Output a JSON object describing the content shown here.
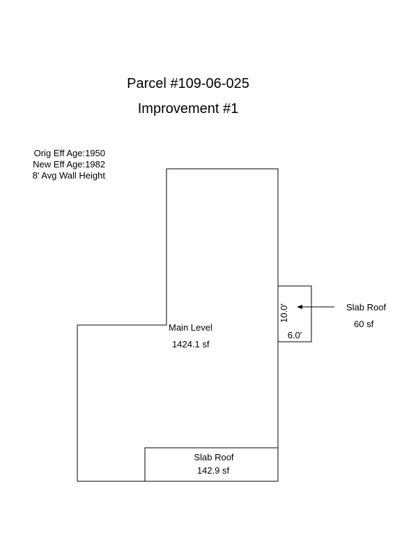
{
  "header": {
    "parcel": "Parcel #109-06-025",
    "improvement": "Improvement #1"
  },
  "info": {
    "orig_eff_age": "Orig Eff Age:1950",
    "new_eff_age": "New Eff Age:1982",
    "wall_height": "8' Avg Wall Height"
  },
  "areas": {
    "main_level": {
      "label": "Main Level",
      "area": "1424.1 sf"
    },
    "slab_roof_bottom": {
      "label": "Slab Roof",
      "area": "142.9 sf"
    },
    "slab_roof_side": {
      "label": "Slab Roof",
      "area": "60 sf",
      "dim_height": "10.0'",
      "dim_width": "6.0'"
    }
  }
}
